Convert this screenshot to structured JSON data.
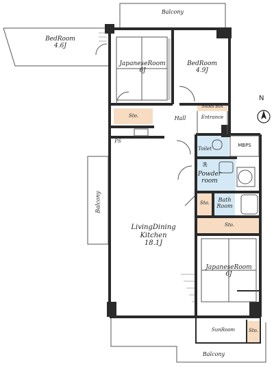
{
  "rooms": {
    "balcony_top": "Balcony",
    "bedroom_left": {
      "name": "BedRoom",
      "size": "4.6J"
    },
    "japanese_top": {
      "name": "JapaneseRoom",
      "size": "6J"
    },
    "bedroom_right": {
      "name": "BedRoom",
      "size": "4.9J"
    },
    "storage_top": "Sto.",
    "hall": "Hall",
    "shoes_box": "Shoes Box",
    "entrance": "Entrance",
    "ps": "PS",
    "toilet": "Toilet",
    "mbps": "MBPS",
    "wash_mark": "洗",
    "powder_room": {
      "line1": "Powder",
      "line2": "room"
    },
    "storage_mid": "Sto.",
    "bath_room": {
      "line1": "Bath",
      "line2": "Room"
    },
    "storage_wide": "Sto.",
    "balcony_left": "Balcony",
    "ldk": {
      "line1": "LivingDining",
      "line2": "Kitchen",
      "size": "18.1J"
    },
    "japanese_bottom": {
      "name": "JapaneseRoom",
      "size": "6J"
    },
    "sunroom": "SunRoom",
    "storage_bottom": "Sto.",
    "balcony_bottom": "Balcony"
  },
  "compass": {
    "letter": "N"
  },
  "colors": {
    "wall": "#2a2a2a",
    "storage": "#f7dcc2",
    "wet": "#d4e9f5",
    "line": "#555555"
  }
}
